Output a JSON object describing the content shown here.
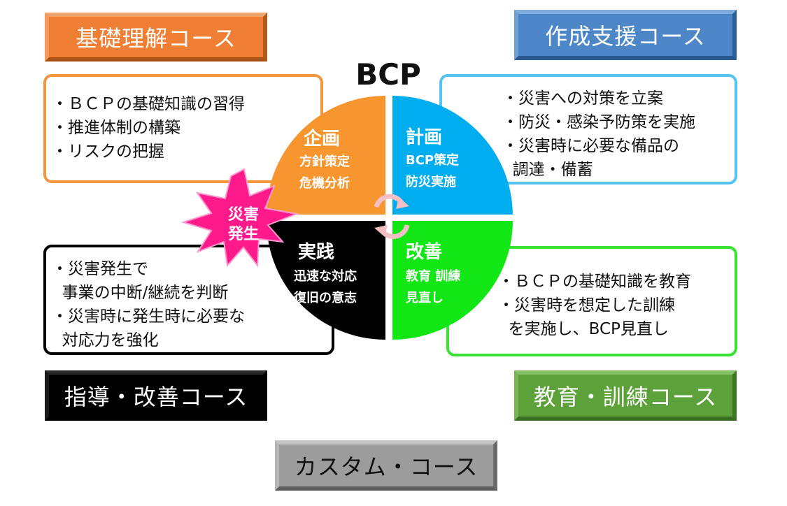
{
  "title": "BCP",
  "courses": {
    "basic": "基礎理解コース",
    "creation": "作成支援コース",
    "guidance": "指導・改善コース",
    "training": "教育・訓練コース",
    "custom": "カスタム・コース"
  },
  "boxes": {
    "top_left": [
      "・ＢＣＰの基礎知識の習得",
      "・推進体制の構築",
      "・リスクの把握"
    ],
    "top_right": [
      "・災害への対策を立案",
      "・防災・感染予防策を実施",
      "・災害時に必要な備品の",
      "  調達・備蓄"
    ],
    "bottom_left": [
      "・災害発生で",
      "  事業の中断/継続を判断",
      "・災害時に発生時に必要な",
      "  対応力を強化"
    ],
    "bottom_right": [
      "・ＢＣＰの基礎知識を教育",
      "・災害時を想定した訓練",
      "  を実施し、BCP見直し"
    ]
  },
  "quadrants": {
    "plan": {
      "head": "企画",
      "lines": [
        "方針策定",
        "危機分析"
      ]
    },
    "do": {
      "head": "計画",
      "lines": [
        "BCP策定",
        "防災実施"
      ]
    },
    "check": {
      "head": "改善",
      "lines": [
        "教育 訓練",
        "見直し"
      ]
    },
    "act": {
      "head": "実践",
      "lines": [
        "迅速な対応",
        "復旧の意志"
      ]
    }
  },
  "burst": [
    "災害",
    "発生"
  ],
  "colors": {
    "orange": "#f7962f",
    "blue": "#00aeef",
    "green": "#12e615",
    "black": "#000000",
    "burst": "#ff1a8c"
  }
}
